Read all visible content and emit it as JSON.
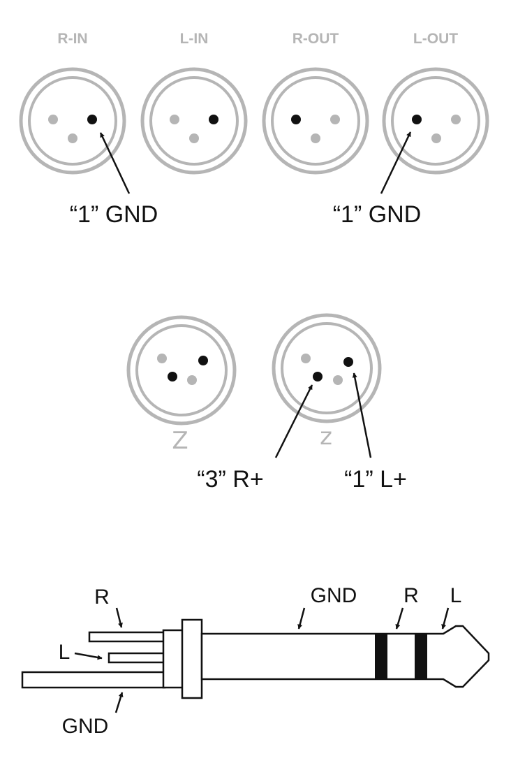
{
  "colors": {
    "ring": "#b5b5b5",
    "pin_inactive": "#b5b5b5",
    "pin_active": "#111111",
    "line": "#111111"
  },
  "xlr_row": {
    "headers": [
      "R-IN",
      "L-IN",
      "R-OUT",
      "L-OUT"
    ],
    "callouts": [
      "“1” GND",
      "“1” GND"
    ]
  },
  "mini_xlr_row": {
    "marks": [
      "Z",
      "z"
    ],
    "callouts": [
      "“3” R+",
      "“1” L+"
    ]
  },
  "plug": {
    "labels": {
      "r_wire": "R",
      "l_wire": "L",
      "gnd_wire": "GND",
      "sleeve": "GND",
      "ring": "R",
      "tip": "L"
    }
  }
}
